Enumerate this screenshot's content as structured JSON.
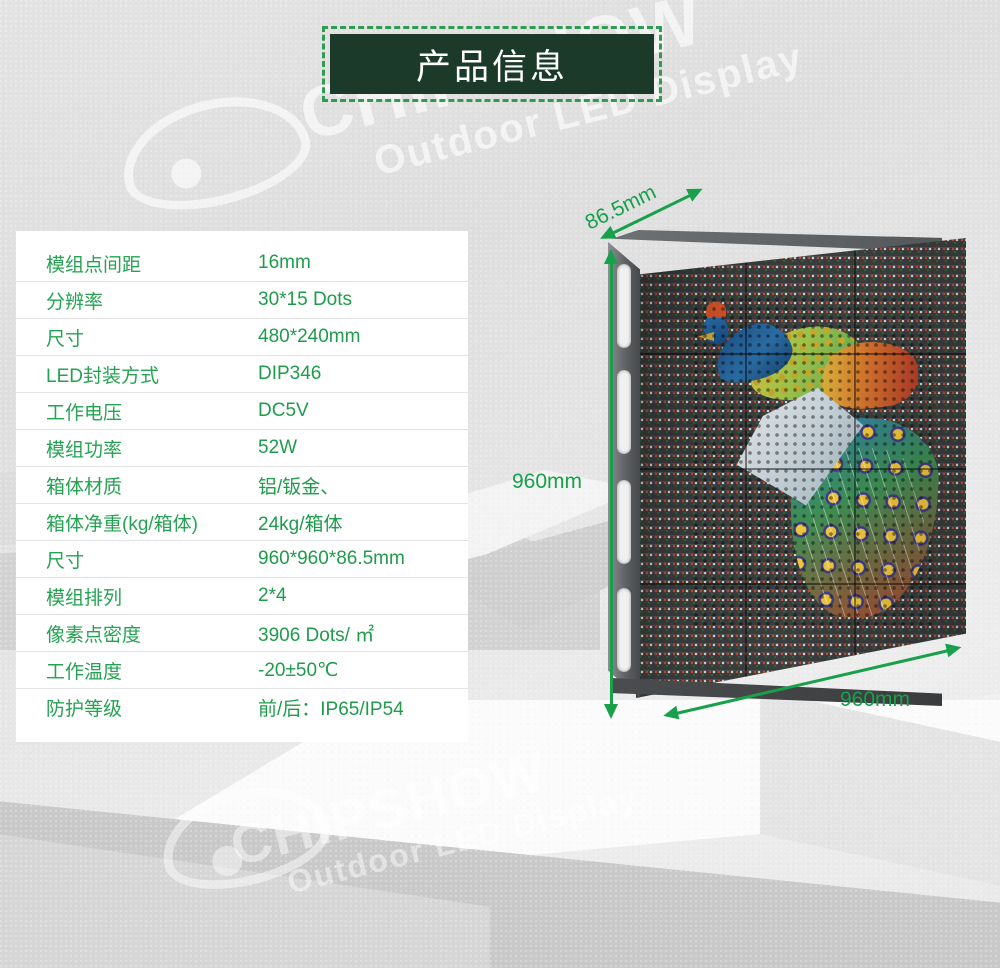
{
  "header": {
    "title": "产品信息"
  },
  "watermark": {
    "brand": "CHIPSHOW",
    "tagline": "Outdoor LED Display",
    "logo_icon": "eye-logo-icon"
  },
  "spec_table": {
    "rows": [
      {
        "label": "模组点间距",
        "value": "16mm"
      },
      {
        "label": "分辨率",
        "value": "30*15 Dots"
      },
      {
        "label": "尺寸",
        "value": "480*240mm"
      },
      {
        "label": "LED封装方式",
        "value": "DIP346"
      },
      {
        "label": "工作电压",
        "value": "DC5V"
      },
      {
        "label": "模组功率",
        "value": "52W"
      },
      {
        "label": "箱体材质",
        "value": "铝/钣金、"
      },
      {
        "label": "箱体净重(kg/箱体)",
        "value": "24kg/箱体"
      },
      {
        "label": "尺寸",
        "value": "960*960*86.5mm"
      },
      {
        "label": "模组排列",
        "value": "2*4"
      },
      {
        "label": "像素点密度",
        "value": "3906 Dots/ ㎡"
      },
      {
        "label": "工作温度",
        "value": "-20±50℃"
      },
      {
        "label": "防护等级",
        "value": "前/后：IP65/IP54"
      }
    ]
  },
  "product": {
    "image_alt": "outdoor-led-cabinet-with-peacock-image",
    "dimensions": {
      "depth": "86.5mm",
      "height": "960mm",
      "width": "960mm"
    }
  },
  "colors": {
    "green_text": "#1f9c4b",
    "green_arrow": "#18a04a",
    "banner_bg": "#1b3a29",
    "banner_border": "#2f9b55",
    "page_bg": "#e2e2e2"
  }
}
